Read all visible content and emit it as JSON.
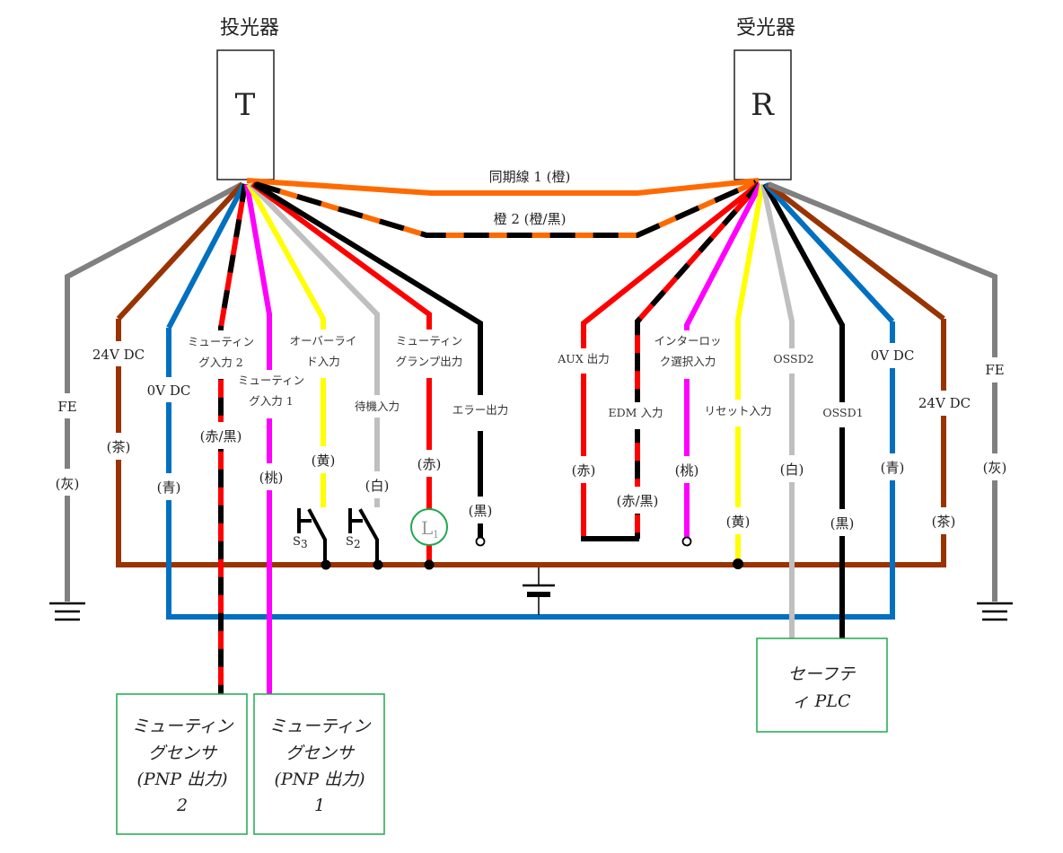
{
  "colors": {
    "orange": "#ff6a00",
    "gray": "#808080",
    "brown": "#993300",
    "blue": "#0070c0",
    "red": "#ff0000",
    "black": "#000000",
    "magenta": "#ff00ff",
    "yellow": "#ffff00",
    "lightgray": "#bfbfbf",
    "green_box": "#1fa84f"
  },
  "devices": {
    "transmitter": {
      "title": "投光器",
      "letter": "T"
    },
    "receiver": {
      "title": "受光器",
      "letter": "R"
    }
  },
  "sync_wires": {
    "sync1": "同期線 1 (橙)",
    "sync2": "橙 2 (橙/黒)"
  },
  "transmitter_wires": [
    {
      "id": "fe",
      "name": "FE",
      "color_label": "(灰)",
      "color": "gray"
    },
    {
      "id": "24v",
      "name": "24V DC",
      "color_label": "(茶)",
      "color": "brown"
    },
    {
      "id": "0v",
      "name": "0V DC",
      "color_label": "(青)",
      "color": "blue"
    },
    {
      "id": "muting2",
      "name_lines": [
        "ミューティン",
        "グ入力 2"
      ],
      "color_label": "(赤/黒)",
      "color": "red/black"
    },
    {
      "id": "muting1",
      "name_lines": [
        "ミューティン",
        "グ入力 1"
      ],
      "color_label": "(桃)",
      "color": "magenta"
    },
    {
      "id": "override",
      "name_lines": [
        "オーバーライ",
        "ド入力"
      ],
      "color_label": "(黄)",
      "color": "yellow"
    },
    {
      "id": "standby",
      "name": "待機入力",
      "color_label": "(白)",
      "color": "lightgray"
    },
    {
      "id": "lamp",
      "name_lines": [
        "ミューティン",
        "グランプ出力"
      ],
      "color_label": "(赤)",
      "color": "red"
    },
    {
      "id": "error",
      "name": "エラー出力",
      "color_label": "(黒)",
      "color": "black"
    }
  ],
  "receiver_wires": [
    {
      "id": "aux",
      "name": "AUX 出力",
      "color_label": "(赤)",
      "color": "red"
    },
    {
      "id": "edm",
      "name": "EDM 入力",
      "color_label": "(赤/黒)",
      "color": "red/black"
    },
    {
      "id": "interlock",
      "name_lines": [
        "インターロッ",
        "ク選択入力"
      ],
      "color_label": "(桃)",
      "color": "magenta"
    },
    {
      "id": "reset",
      "name": "リセット入力",
      "color_label": "(黄)",
      "color": "yellow"
    },
    {
      "id": "ossd2",
      "name": "OSSD2",
      "color_label": "(白)",
      "color": "lightgray"
    },
    {
      "id": "ossd1",
      "name": "OSSD1",
      "color_label": "(黒)",
      "color": "black"
    },
    {
      "id": "0v",
      "name": "0V DC",
      "color_label": "(青)",
      "color": "blue"
    },
    {
      "id": "24v",
      "name": "24V DC",
      "color_label": "(茶)",
      "color": "brown"
    },
    {
      "id": "fe",
      "name": "FE",
      "color_label": "(灰)",
      "color": "gray"
    }
  ],
  "components": {
    "switch_s3": {
      "label": "S",
      "sub": "3"
    },
    "switch_s2": {
      "label": "S",
      "sub": "2"
    },
    "lamp_l1": {
      "label": "L",
      "sub": "1"
    }
  },
  "boxes": {
    "muting_sensor_2": [
      "ミューティン",
      "グセンサ",
      "(PNP 出力)",
      "2"
    ],
    "muting_sensor_1": [
      "ミューティン",
      "グセンサ",
      "(PNP 出力)",
      "1"
    ],
    "safety_plc": [
      "セーフテ",
      "ィ PLC"
    ]
  }
}
